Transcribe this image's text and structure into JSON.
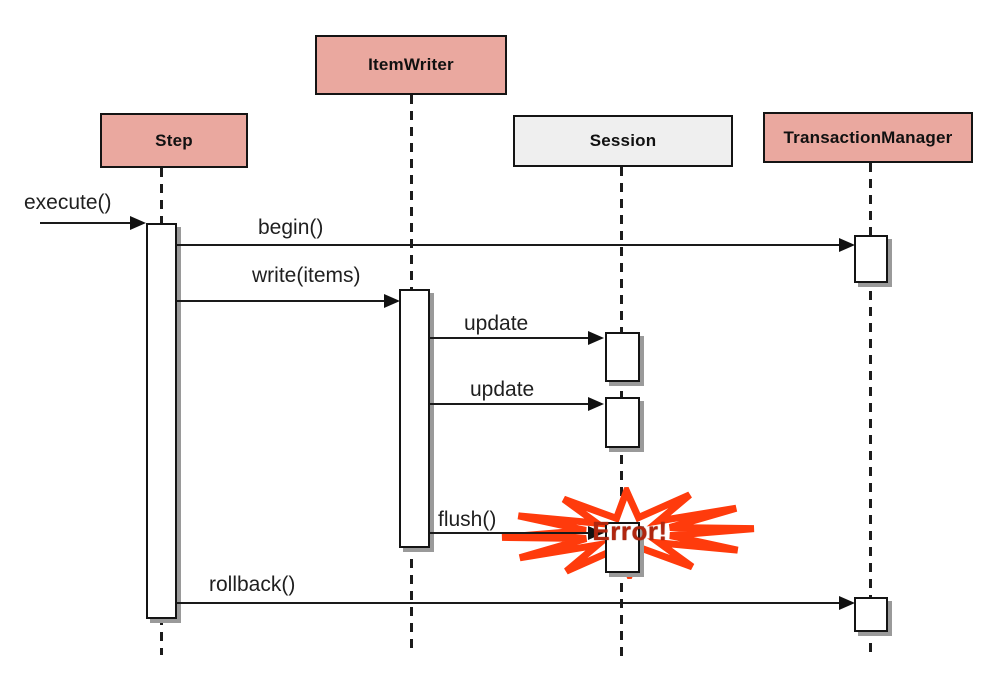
{
  "diagram": {
    "kind": "uml-sequence-diagram",
    "actors": [
      {
        "id": "itemwriter",
        "label": "ItemWriter"
      },
      {
        "id": "step",
        "label": "Step"
      },
      {
        "id": "session",
        "label": "Session"
      },
      {
        "id": "transactionmanager",
        "label": "TransactionManager"
      }
    ],
    "messages": [
      {
        "label": "execute()",
        "from": "external",
        "to": "Step"
      },
      {
        "label": "begin()",
        "from": "Step",
        "to": "TransactionManager"
      },
      {
        "label": "write(items)",
        "from": "Step",
        "to": "ItemWriter"
      },
      {
        "label": "update",
        "from": "ItemWriter",
        "to": "Session"
      },
      {
        "label": "update",
        "from": "ItemWriter",
        "to": "Session"
      },
      {
        "label": "flush()",
        "from": "ItemWriter",
        "to": "Session"
      },
      {
        "label": "rollback()",
        "from": "Step",
        "to": "TransactionManager"
      }
    ],
    "error_burst": {
      "label": "Error!"
    },
    "colors": {
      "actor_fill_pink": "#eaa89f",
      "actor_fill_gray": "#efefef",
      "burst_stroke": "#ff3b0c",
      "error_text": "#b0260f",
      "line": "#1a1a1a",
      "shadow": "#9a9a9a"
    }
  }
}
